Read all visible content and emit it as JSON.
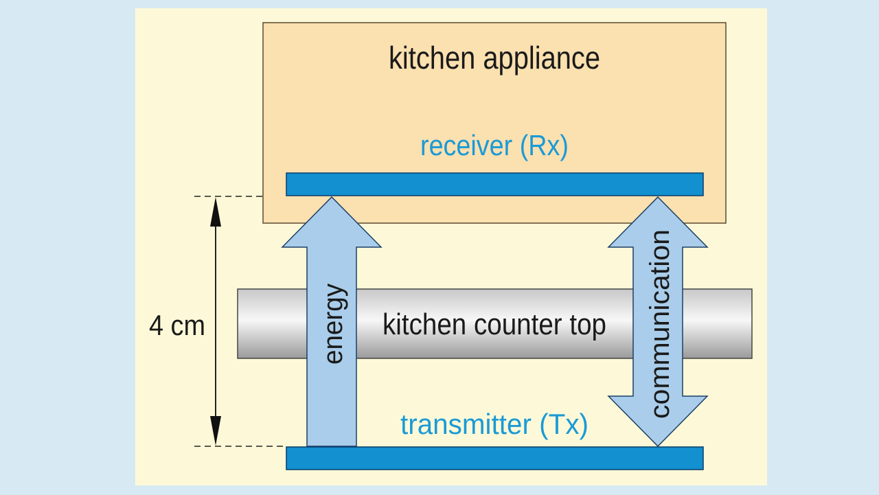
{
  "diagram": {
    "appliance_label": "kitchen appliance",
    "receiver_label": "receiver (Rx)",
    "transmitter_label": "transmitter (Tx)",
    "counter_label": "kitchen counter top",
    "energy_label": "energy",
    "communication_label": "communication",
    "distance_label": "4 cm"
  },
  "colors": {
    "page_background": "#d7eaf3",
    "panel_background": "#fdf9d8",
    "appliance_fill": "#fbe0b0",
    "coil_fill": "#1290cf",
    "arrow_fill": "#a9cdea",
    "label_accent": "#1a9ad6"
  }
}
